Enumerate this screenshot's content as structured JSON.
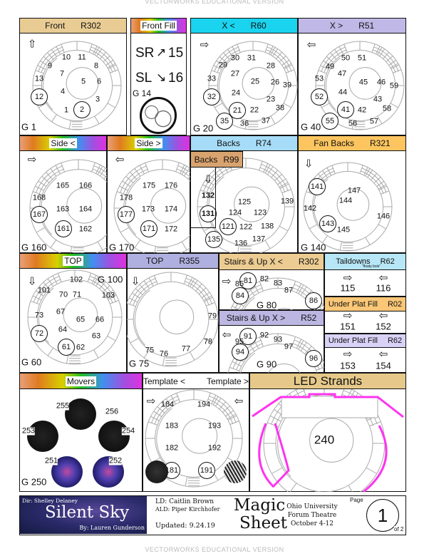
{
  "watermark": "VECTORWORKS EDUCATIONAL VERSION",
  "panels": {
    "front": {
      "title": "Front",
      "gel": "R302",
      "header_color": "#e9cc94",
      "group": "G 1",
      "arrow": "up",
      "channels": [
        {
          "n": "10"
        },
        {
          "n": "11"
        },
        {
          "n": "9"
        },
        {
          "n": "8"
        },
        {
          "n": "7"
        },
        {
          "n": "5"
        },
        {
          "n": "6"
        },
        {
          "n": "13"
        },
        {
          "n": "4"
        },
        {
          "n": "12",
          "circled": true
        },
        {
          "n": "3"
        },
        {
          "n": "1"
        },
        {
          "n": "2",
          "circled": true
        }
      ]
    },
    "x_left": {
      "title": "X <",
      "gel": "R60",
      "header_color": "#1ad3ee",
      "group": "G 20",
      "arrow": "right",
      "channels": [
        {
          "n": "30"
        },
        {
          "n": "31"
        },
        {
          "n": "28"
        },
        {
          "n": "29"
        },
        {
          "n": "27"
        },
        {
          "n": "33"
        },
        {
          "n": "25"
        },
        {
          "n": "26"
        },
        {
          "n": "39"
        },
        {
          "n": "24"
        },
        {
          "n": "32",
          "circled": true
        },
        {
          "n": "23"
        },
        {
          "n": "21",
          "circled": true
        },
        {
          "n": "22"
        },
        {
          "n": "38"
        },
        {
          "n": "35",
          "circled": true
        },
        {
          "n": "36"
        },
        {
          "n": "37"
        }
      ]
    },
    "x_right": {
      "title": "X >",
      "gel": "R51",
      "header_color": "#c0b8e6",
      "group": "G 40",
      "arrow": "left",
      "channels": [
        {
          "n": "50"
        },
        {
          "n": "51"
        },
        {
          "n": "49"
        },
        {
          "n": "47"
        },
        {
          "n": "53"
        },
        {
          "n": "45"
        },
        {
          "n": "46"
        },
        {
          "n": "59"
        },
        {
          "n": "44"
        },
        {
          "n": "52",
          "circled": true
        },
        {
          "n": "43"
        },
        {
          "n": "41",
          "circled": true
        },
        {
          "n": "42"
        },
        {
          "n": "58"
        },
        {
          "n": "55",
          "circled": true
        },
        {
          "n": "56"
        },
        {
          "n": "57"
        }
      ]
    },
    "side_left": {
      "title": "Side <",
      "gel": "",
      "header_color": "rainbow",
      "group": "G 160",
      "arrow": "right",
      "channels": [
        {
          "n": "165"
        },
        {
          "n": "166"
        },
        {
          "n": "168"
        },
        {
          "n": "163"
        },
        {
          "n": "164"
        },
        {
          "n": "167",
          "circled": true
        },
        {
          "n": "161",
          "circled": true
        },
        {
          "n": "162"
        }
      ]
    },
    "side_right": {
      "title": "Side >",
      "gel": "",
      "header_color": "rainbow",
      "group": "G 170",
      "arrow": "left",
      "channels": [
        {
          "n": "175"
        },
        {
          "n": "176"
        },
        {
          "n": "178"
        },
        {
          "n": "173"
        },
        {
          "n": "174"
        },
        {
          "n": "177",
          "circled": true
        },
        {
          "n": "171",
          "circled": true
        },
        {
          "n": "172"
        }
      ]
    },
    "backs": {
      "title": "Backs",
      "gel": "R74",
      "header_color": "#a6dcf7",
      "group": "",
      "arrow": "down",
      "channels": [
        {
          "n": "132"
        },
        {
          "n": "131",
          "circled": true
        },
        {
          "n": "125"
        },
        {
          "n": "139"
        },
        {
          "n": "124"
        },
        {
          "n": "123"
        },
        {
          "n": "121",
          "circled": true
        },
        {
          "n": "122"
        },
        {
          "n": "138"
        },
        {
          "n": "135",
          "circled": true
        },
        {
          "n": "136"
        },
        {
          "n": "137"
        }
      ]
    },
    "fan_backs": {
      "title": "Fan Backs",
      "gel": "R321",
      "header_color": "#fcc55f",
      "group": "G 140",
      "arrow": "down",
      "channels": [
        {
          "n": "141",
          "circled": true
        },
        {
          "n": "147"
        },
        {
          "n": "144"
        },
        {
          "n": "142"
        },
        {
          "n": "146"
        },
        {
          "n": "143",
          "circled": true
        },
        {
          "n": "145"
        }
      ]
    },
    "top": {
      "title": "TOP",
      "gel": "",
      "header_color": "rainbow",
      "group": "G 60",
      "group2": "G 100",
      "arrow": "down",
      "channels": [
        {
          "n": "102"
        },
        {
          "n": "101"
        },
        {
          "n": "103"
        },
        {
          "n": "70"
        },
        {
          "n": "71"
        },
        {
          "n": "73"
        },
        {
          "n": "67"
        },
        {
          "n": "65"
        },
        {
          "n": "66"
        },
        {
          "n": "64"
        },
        {
          "n": "72",
          "circled": true
        },
        {
          "n": "63"
        },
        {
          "n": "61",
          "circled": true
        },
        {
          "n": "62"
        }
      ]
    },
    "top_r355": {
      "title": "TOP",
      "gel": "R355",
      "header_color": "#b0b0e0",
      "group": "G 75",
      "arrow": "down",
      "channels": [
        {
          "n": "79"
        },
        {
          "n": "78"
        },
        {
          "n": "75"
        },
        {
          "n": "76"
        },
        {
          "n": "77"
        }
      ]
    },
    "stairs_left": {
      "title": "Stairs & Up X <",
      "gel": "R302",
      "header_color": "#eccc92",
      "group": "G 80",
      "arrow": "right",
      "channels": [
        {
          "n": "81",
          "circled": true
        },
        {
          "n": "82"
        },
        {
          "n": "83"
        },
        {
          "n": "85"
        },
        {
          "n": "87"
        },
        {
          "n": "84",
          "circled": true
        },
        {
          "n": "86",
          "circled": true
        }
      ]
    },
    "stairs_right": {
      "title": "Stairs & Up X >",
      "gel": "R52",
      "header_color": "#bcb6e2",
      "group": "G 90",
      "arrow": "left",
      "channels": [
        {
          "n": "91",
          "circled": true
        },
        {
          "n": "92"
        },
        {
          "n": "93"
        },
        {
          "n": "95"
        },
        {
          "n": "97"
        },
        {
          "n": "94",
          "circled": true
        },
        {
          "n": "96",
          "circled": true
        }
      ]
    },
    "templates": {
      "title": "Template <",
      "gel": "Template >",
      "header_color": "#ffffff",
      "group": "",
      "arrow": "right",
      "channels": [
        {
          "n": "184"
        },
        {
          "n": "194"
        },
        {
          "n": "183"
        },
        {
          "n": "193"
        },
        {
          "n": "182"
        },
        {
          "n": "192"
        },
        {
          "n": "181",
          "circled": true
        },
        {
          "n": "191",
          "circled": true
        }
      ]
    },
    "movers": {
      "title": "Movers",
      "gel": "",
      "header_color": "rainbow",
      "group": "G 250",
      "channels": [
        {
          "n": "255"
        },
        {
          "n": "256"
        },
        {
          "n": "253"
        },
        {
          "n": "254"
        },
        {
          "n": "251"
        },
        {
          "n": "252"
        }
      ]
    },
    "led": {
      "title": "LED Strands",
      "gel": "",
      "header_color": "#e6c98a",
      "group": "",
      "strand_color": "#ff33ee",
      "channels": [
        {
          "n": "240"
        }
      ]
    }
  },
  "backs_sub": {
    "title": "Backs",
    "gel": "R99",
    "header_color": "#d9a36f"
  },
  "front_fill": {
    "title": "Front Fill",
    "sr_label": "SR",
    "sr_channel": "15",
    "sl_label": "SL",
    "sl_channel": "16",
    "group": "G 14"
  },
  "taildowns": {
    "title": "Taildowns",
    "gel": "R62",
    "subtitle": "\"floaty bois\"",
    "header_color": "#b7e6f6",
    "channels": [
      "115",
      "116"
    ]
  },
  "under_plat_1": {
    "title": "Under Plat Fill",
    "gel": "R02",
    "header_color": "#f9c777",
    "channels": [
      "151",
      "152"
    ]
  },
  "under_plat_2": {
    "title": "Under Plat Fill",
    "gel": "R62",
    "header_color": "#d9d2f6",
    "channels": [
      "153",
      "154"
    ]
  },
  "footer": {
    "director": "Dir: Shelley Delaney",
    "show_title": "Silent Sky",
    "author": "By: Lauren Gunderson",
    "ld": "LD: Caitlin Brown",
    "ald": "ALD: Piper Kirchhofer",
    "updated": "Updated: 9.24.19",
    "sheet_1": "Magic",
    "sheet_2": "Sheet",
    "venue_1": "Ohio University",
    "venue_2": "Forum Theatre",
    "dates": "October 4-12",
    "page_label": "Page",
    "page_number": "1",
    "page_of": "of 2"
  }
}
